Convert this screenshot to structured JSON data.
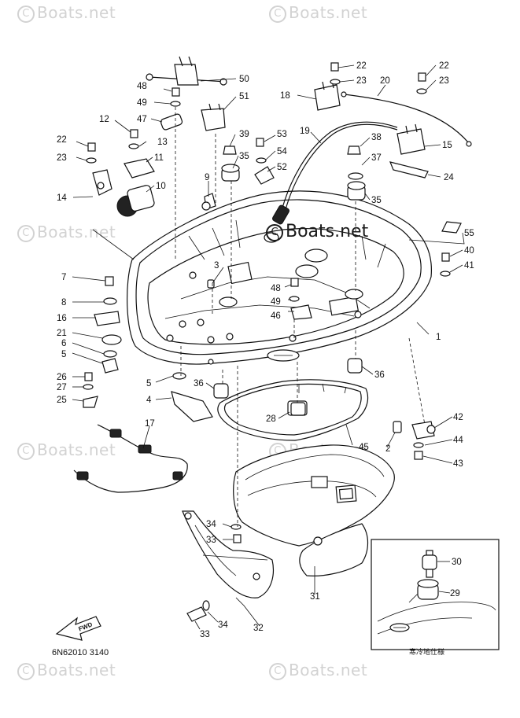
{
  "watermark": "Boats.net",
  "diagram_code": "6N62010 3140",
  "inset_caption": "寒冷地仕様",
  "fwd_label": "FWD",
  "part_labels": [
    {
      "id": "p1",
      "text": "1"
    },
    {
      "id": "p2",
      "text": "2"
    },
    {
      "id": "p3",
      "text": "3"
    },
    {
      "id": "p4",
      "text": "4"
    },
    {
      "id": "p5a",
      "text": "5"
    },
    {
      "id": "p5b",
      "text": "5"
    },
    {
      "id": "p6",
      "text": "6"
    },
    {
      "id": "p7",
      "text": "7"
    },
    {
      "id": "p8",
      "text": "8"
    },
    {
      "id": "p9",
      "text": "9"
    },
    {
      "id": "p10",
      "text": "10"
    },
    {
      "id": "p11",
      "text": "11"
    },
    {
      "id": "p12",
      "text": "12"
    },
    {
      "id": "p13",
      "text": "13"
    },
    {
      "id": "p14",
      "text": "14"
    },
    {
      "id": "p15",
      "text": "15"
    },
    {
      "id": "p16",
      "text": "16"
    },
    {
      "id": "p17",
      "text": "17"
    },
    {
      "id": "p18",
      "text": "18"
    },
    {
      "id": "p19",
      "text": "19"
    },
    {
      "id": "p20",
      "text": "20"
    },
    {
      "id": "p21",
      "text": "21"
    },
    {
      "id": "p22a",
      "text": "22"
    },
    {
      "id": "p22b",
      "text": "22"
    },
    {
      "id": "p22c",
      "text": "22"
    },
    {
      "id": "p23a",
      "text": "23"
    },
    {
      "id": "p23b",
      "text": "23"
    },
    {
      "id": "p23c",
      "text": "23"
    },
    {
      "id": "p24",
      "text": "24"
    },
    {
      "id": "p25",
      "text": "25"
    },
    {
      "id": "p26",
      "text": "26"
    },
    {
      "id": "p27",
      "text": "27"
    },
    {
      "id": "p28",
      "text": "28"
    },
    {
      "id": "p29",
      "text": "29"
    },
    {
      "id": "p30",
      "text": "30"
    },
    {
      "id": "p31",
      "text": "31"
    },
    {
      "id": "p32",
      "text": "32"
    },
    {
      "id": "p33a",
      "text": "33"
    },
    {
      "id": "p33b",
      "text": "33"
    },
    {
      "id": "p34a",
      "text": "34"
    },
    {
      "id": "p34b",
      "text": "34"
    },
    {
      "id": "p35a",
      "text": "35"
    },
    {
      "id": "p35b",
      "text": "35"
    },
    {
      "id": "p36a",
      "text": "36"
    },
    {
      "id": "p36b",
      "text": "36"
    },
    {
      "id": "p37",
      "text": "37"
    },
    {
      "id": "p38",
      "text": "38"
    },
    {
      "id": "p39",
      "text": "39"
    },
    {
      "id": "p40",
      "text": "40"
    },
    {
      "id": "p41",
      "text": "41"
    },
    {
      "id": "p42",
      "text": "42"
    },
    {
      "id": "p43",
      "text": "43"
    },
    {
      "id": "p44",
      "text": "44"
    },
    {
      "id": "p45",
      "text": "45"
    },
    {
      "id": "p46",
      "text": "46"
    },
    {
      "id": "p47",
      "text": "47"
    },
    {
      "id": "p48a",
      "text": "48"
    },
    {
      "id": "p48b",
      "text": "48"
    },
    {
      "id": "p49a",
      "text": "49"
    },
    {
      "id": "p49b",
      "text": "49"
    },
    {
      "id": "p50",
      "text": "50"
    },
    {
      "id": "p51",
      "text": "51"
    },
    {
      "id": "p52",
      "text": "52"
    },
    {
      "id": "p53",
      "text": "53"
    },
    {
      "id": "p54",
      "text": "54"
    },
    {
      "id": "p55",
      "text": "55"
    }
  ]
}
